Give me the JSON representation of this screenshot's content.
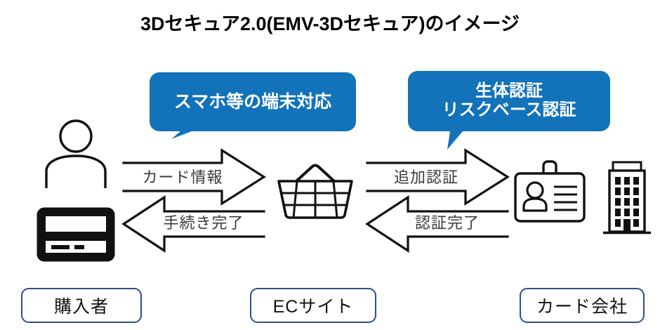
{
  "page": {
    "title": "3Dセキュア2.0(EMV-3Dセキュア)のイメージ",
    "background_color": "#ffffff"
  },
  "colors": {
    "bubble_blue": "#1272BA",
    "bubble_text": "#ffffff",
    "entity_border": "#2E4D8E",
    "stroke_black": "#111111",
    "arrow_label_text": "#3a3a3a"
  },
  "bubbles": [
    {
      "id": "bubble-left",
      "name": "smartphone-support-bubble",
      "lines": [
        "スマホ等の端末対応"
      ],
      "points_to": "ec-site",
      "fill": "#1272BA"
    },
    {
      "id": "bubble-right",
      "name": "authentication-bubble",
      "lines": [
        "生体認証",
        "リスクベース認証"
      ],
      "points_to": "card-company",
      "fill": "#1272BA"
    }
  ],
  "arrows": [
    {
      "id": "arrow-card-info",
      "label": "カード情報",
      "direction": "right",
      "from": "購入者",
      "to": "ECサイト"
    },
    {
      "id": "arrow-proc-complete",
      "label": "手続き完了",
      "direction": "left",
      "from": "ECサイト",
      "to": "購入者"
    },
    {
      "id": "arrow-add-auth",
      "label": "追加認証",
      "direction": "right",
      "from": "ECサイト",
      "to": "カード会社"
    },
    {
      "id": "arrow-auth-complete",
      "label": "認証完了",
      "direction": "left",
      "from": "カード会社",
      "to": "ECサイト"
    }
  ],
  "icons": [
    {
      "id": "icon-person",
      "name": "person-icon",
      "belongs_to": "購入者"
    },
    {
      "id": "icon-card",
      "name": "credit-card-icon",
      "belongs_to": "購入者"
    },
    {
      "id": "icon-basket",
      "name": "shopping-basket-icon",
      "belongs_to": "ECサイト"
    },
    {
      "id": "icon-idcard",
      "name": "id-badge-icon",
      "belongs_to": "カード会社"
    },
    {
      "id": "icon-building",
      "name": "office-building-icon",
      "belongs_to": "カード会社"
    }
  ],
  "entities": [
    {
      "id": "entity-buyer",
      "label": "購入者"
    },
    {
      "id": "entity-ec-site",
      "label": "ECサイト"
    },
    {
      "id": "entity-card-co",
      "label": "カード会社"
    }
  ]
}
